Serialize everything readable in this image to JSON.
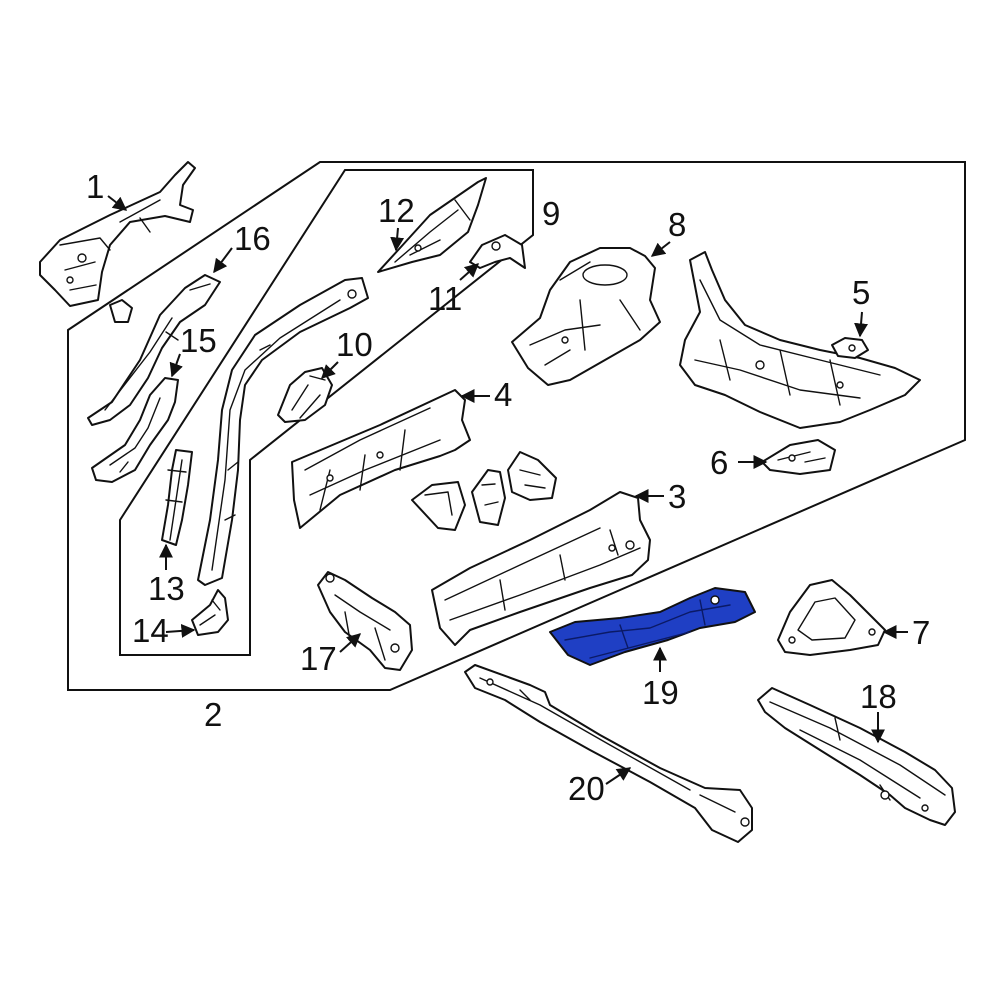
{
  "highlight_color": "#1f3fc4",
  "outline_color": "#111111",
  "callouts": {
    "c1": "1",
    "c2": "2",
    "c3": "3",
    "c4": "4",
    "c5": "5",
    "c6": "6",
    "c7": "7",
    "c8": "8",
    "c9": "9",
    "c10": "10",
    "c11": "11",
    "c12": "12",
    "c13": "13",
    "c14": "14",
    "c15": "15",
    "c16": "16",
    "c17": "17",
    "c18": "18",
    "c19": "19",
    "c20": "20"
  }
}
